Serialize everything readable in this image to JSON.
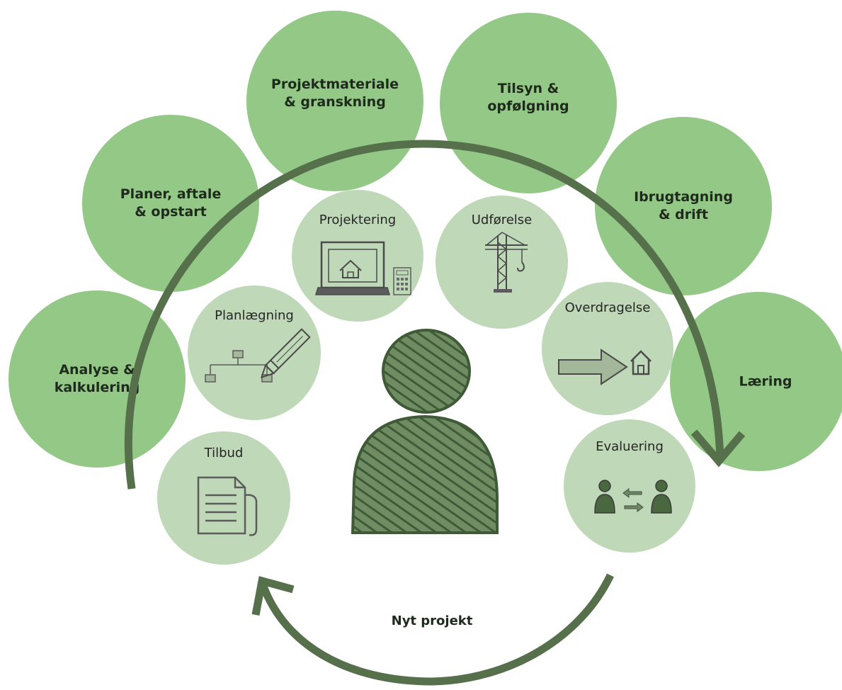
{
  "phases": [
    {
      "label": "Analyse &\nkalkulering"
    },
    {
      "label": "Planer, aftale\n& opstart"
    },
    {
      "label": "Projektmateriale\n& granskning"
    },
    {
      "label": "Tilsyn &\nopfølgning"
    },
    {
      "label": "Ibrugtagning\n& drift"
    },
    {
      "label": "Læring"
    }
  ],
  "stages": [
    {
      "label": "Tilbud",
      "icon": "document-icon"
    },
    {
      "label": "Planlægning",
      "icon": "pencil-diagram-icon"
    },
    {
      "label": "Projektering",
      "icon": "laptop-house-icon"
    },
    {
      "label": "Udførelse",
      "icon": "crane-icon"
    },
    {
      "label": "Overdragelse",
      "icon": "arrow-house-icon"
    },
    {
      "label": "Evaluering",
      "icon": "people-exchange-icon"
    }
  ],
  "cycle_label": "Nyt projekt",
  "colors": {
    "outer_circle": "#94c887",
    "inner_circle": "#bfd8b7",
    "arrow": "#56704b",
    "person": "#4a6840"
  }
}
